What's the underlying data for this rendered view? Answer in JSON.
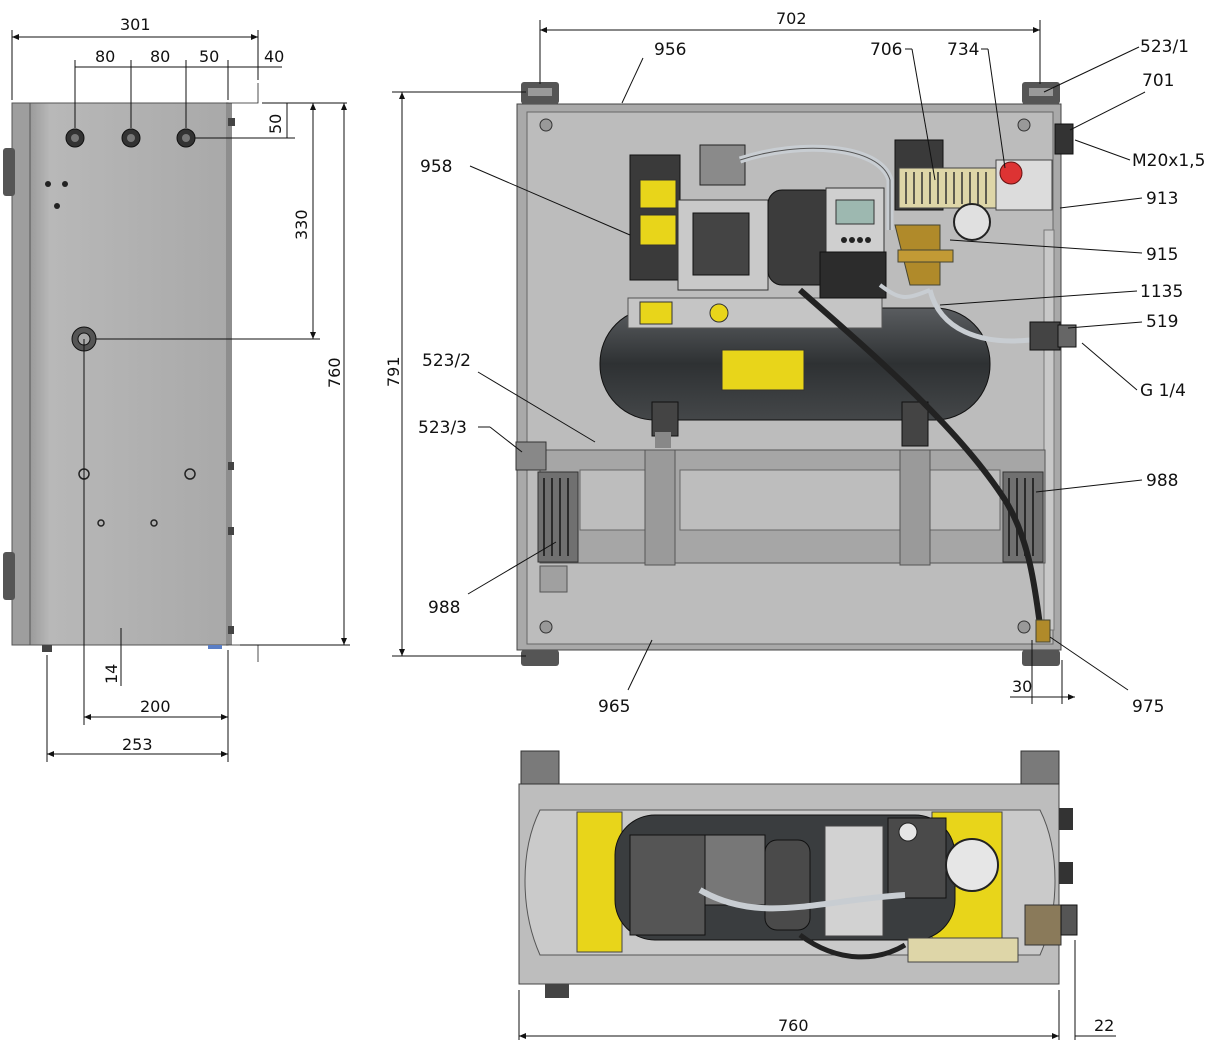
{
  "dimensions": {
    "side_width": "301",
    "hole_spacing_1": "80",
    "hole_spacing_2": "80",
    "hole_spacing_3": "50",
    "bracket_offset": "40",
    "top_offset": "50",
    "fitting_height": "330",
    "side_height": "760",
    "bottom_offset": "14",
    "fitting_depth": "200",
    "side_depth": "253",
    "front_width": "702",
    "front_height": "791",
    "right_offset": "30",
    "bottom_width": "760",
    "bottom_offset_right": "22"
  },
  "parts": {
    "p523_1": "523/1",
    "p701": "701",
    "p956": "956",
    "p706": "706",
    "p734": "734",
    "m20": "M20x1,5",
    "p958": "958",
    "p913": "913",
    "p915": "915",
    "p1135": "1135",
    "p519": "519",
    "g14": "G 1/4",
    "p523_2": "523/2",
    "p523_3": "523/3",
    "p988_right": "988",
    "p988_left": "988",
    "p965": "965",
    "p975": "975"
  },
  "colors": {
    "panel": "#b5b5b5",
    "panel_dark": "#8c8c8c",
    "tank": "#3a3d3f",
    "yellow": "#e8d51a",
    "steel": "#c9c9c9"
  }
}
